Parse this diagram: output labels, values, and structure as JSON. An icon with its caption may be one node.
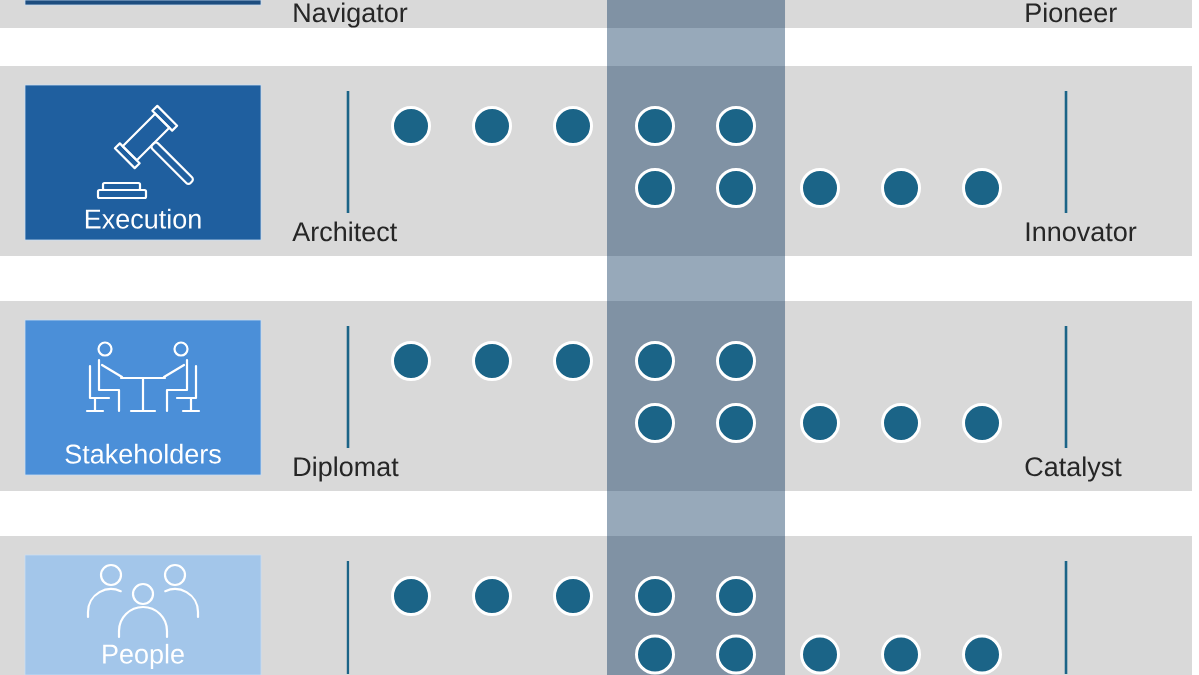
{
  "diagram": {
    "nodes": [
      {
        "text": [
          "Navigator",
          "Pioneer"
        ]
      },
      {
        "text": [],
        "shape": "box",
        "in": 0
      },
      {
        "text": [
          "Architect",
          "Innovator"
        ]
      },
      {
        "text": [
          "Execution"
        ],
        "in": 2
      },
      {
        "text": [
          "Diplomat",
          "Catalyst"
        ]
      },
      {
        "text": [
          "Stakeholders"
        ],
        "in": 4
      },
      {
        "text": [],
        "shape": "band"
      },
      {
        "text": [
          "People"
        ],
        "in": 6
      }
    ]
  }
}
